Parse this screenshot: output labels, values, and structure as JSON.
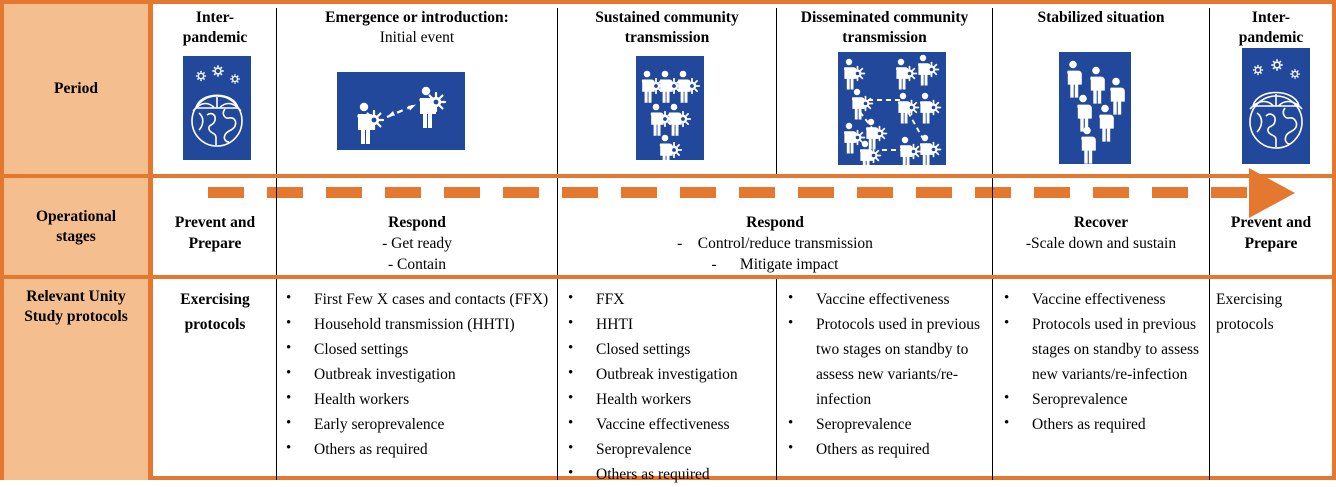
{
  "rows": {
    "period_label": "Period",
    "operational_label": "Operational stages",
    "protocols_label": "Relevant Unity Study protocols"
  },
  "periods": [
    {
      "title_line1": "Inter-",
      "title_line2": "pandemic",
      "subtitle": "",
      "icon": "umbrella-globe-icon"
    },
    {
      "title_line1": "Emergence or introduction:",
      "title_line2": "",
      "subtitle": "Initial event",
      "icon": "two-people-transmission-icon"
    },
    {
      "title_line1": "Sustained community",
      "title_line2": "transmission",
      "subtitle": "",
      "icon": "six-infected-people-icon"
    },
    {
      "title_line1": "Disseminated community",
      "title_line2": "transmission",
      "subtitle": "",
      "icon": "network-infected-people-icon"
    },
    {
      "title_line1": "Stabilized situation",
      "title_line2": "",
      "subtitle": "",
      "icon": "six-healthy-people-icon"
    },
    {
      "title_line1": "Inter-",
      "title_line2": "pandemic",
      "subtitle": "",
      "icon": "umbrella-globe-icon"
    }
  ],
  "operational_stages": [
    {
      "heading": "Prevent and Prepare",
      "bullets": []
    },
    {
      "heading": "Respond",
      "bullets": [
        "- Get ready",
        "- Contain"
      ]
    },
    {
      "heading": "Respond",
      "bullets": [
        "-    Control/reduce transmission",
        "-      Mitigate impact"
      ]
    },
    {
      "heading": "Recover",
      "bullets": [
        "-Scale down and sustain"
      ]
    },
    {
      "heading": "Prevent and Prepare",
      "bullets": []
    }
  ],
  "protocol_columns": [
    {
      "type": "plain",
      "text": "Exercising protocols",
      "bold": true,
      "items": []
    },
    {
      "type": "list",
      "items": [
        "First Few X cases and contacts (FFX)",
        "Household transmission (HHTI)",
        "Closed settings",
        "Outbreak investigation",
        "Health workers",
        "Early seroprevalence",
        "Others as required"
      ]
    },
    {
      "type": "list",
      "items": [
        "FFX",
        "HHTI",
        "Closed settings",
        "Outbreak investigation",
        "Health workers",
        "Vaccine effectiveness",
        "Seroprevalence",
        "Others as required"
      ]
    },
    {
      "type": "list",
      "items": [
        "Vaccine effectiveness",
        "Protocols used in previous two stages on standby to assess new variants/re-infection",
        "Seroprevalence",
        "Others as required"
      ]
    },
    {
      "type": "list",
      "items": [
        "Vaccine effectiveness",
        "Protocols used in previous stages on standby to assess new variants/re-infection",
        "Seroprevalence",
        "Others as required"
      ]
    },
    {
      "type": "plain",
      "text": "Exercising protocols",
      "bold": false,
      "items": []
    }
  ],
  "colors": {
    "orange": "#E3782E",
    "peach": "#F4BE8E",
    "blue": "#21489B",
    "black": "#000000",
    "white": "#FFFFFF"
  }
}
